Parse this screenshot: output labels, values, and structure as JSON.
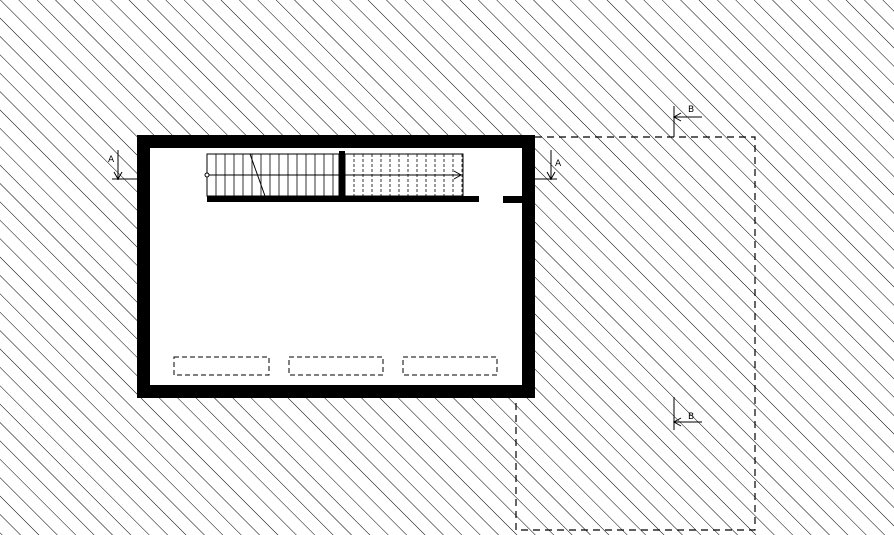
{
  "section_markers": {
    "a_left": "A",
    "a_right": "A",
    "b_top": "B",
    "b_bottom": "B"
  },
  "colors": {
    "ink": "#000000",
    "paper": "#ffffff"
  }
}
